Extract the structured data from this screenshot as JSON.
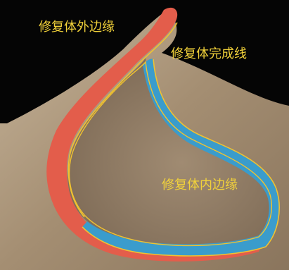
{
  "labels": {
    "outer_margin": "修复体外边缘",
    "finish_line": "修复体完成线",
    "inner_margin": "修复体内边缘"
  },
  "colors": {
    "background": "#050505",
    "outer_margin_band": "#e35d4b",
    "inner_margin_band": "#3a9ccc",
    "outline": "#f0c230",
    "label_text": "#f2d23a"
  }
}
